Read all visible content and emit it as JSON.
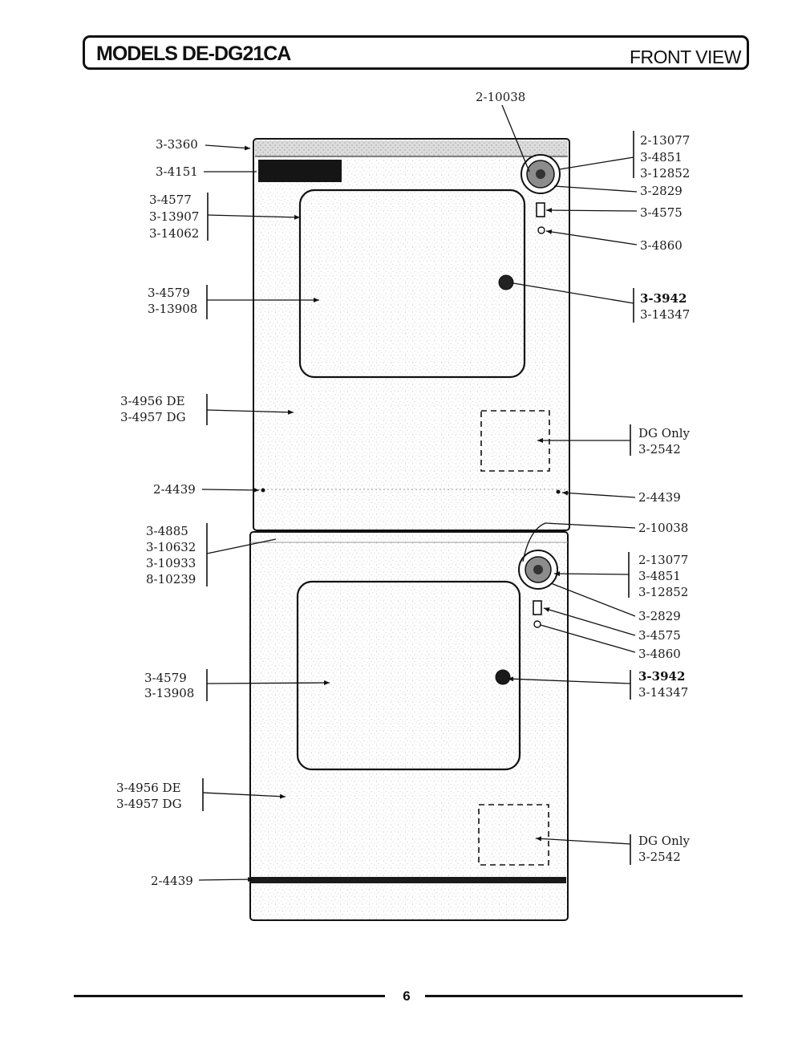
{
  "header": {
    "model_title": "MODELS DE-DG21CA",
    "view_title": "FRONT VIEW"
  },
  "page_number": "6",
  "upper_unit": {
    "left_labels": {
      "top_panel": "3-3360",
      "nameplate": "3-4151",
      "door_group": [
        "3-4577",
        "3-13907",
        "3-14062"
      ],
      "door_glass_group": [
        "3-4579",
        "3-13908"
      ],
      "front_panel_group": [
        "3-4956 DE",
        "3-4957 DG"
      ],
      "screw": "2-4439"
    },
    "right_labels": {
      "timer_knob_top": "2-10038",
      "timer_group": [
        "2-13077",
        "3-4851",
        "3-12852"
      ],
      "dial": "3-2829",
      "switch": "3-4575",
      "indicator": "3-4860",
      "handle_group": [
        "3-3942",
        "3-14347"
      ],
      "dg_group": [
        "DG Only",
        "3-2542"
      ],
      "screw": "2-4439"
    }
  },
  "lower_unit": {
    "left_labels": {
      "joint_group": [
        "3-4885",
        "3-10632",
        "3-10933",
        "8-10239"
      ],
      "door_glass_group": [
        "3-4579",
        "3-13908"
      ],
      "front_panel_group": [
        "3-4956 DE",
        "3-4957 DG"
      ],
      "kick_plate": "2-4439"
    },
    "right_labels": {
      "timer_knob": "2-10038",
      "timer_group": [
        "2-13077",
        "3-4851",
        "3-12852"
      ],
      "dial": "3-2829",
      "switch": "3-4575",
      "indicator": "3-4860",
      "handle_group": [
        "3-3942",
        "3-14347"
      ],
      "dg_group": [
        "DG Only",
        "3-2542"
      ]
    }
  },
  "colors": {
    "ink": "#111111",
    "paper": "#ffffff",
    "speckle": "#9a9a9a"
  }
}
